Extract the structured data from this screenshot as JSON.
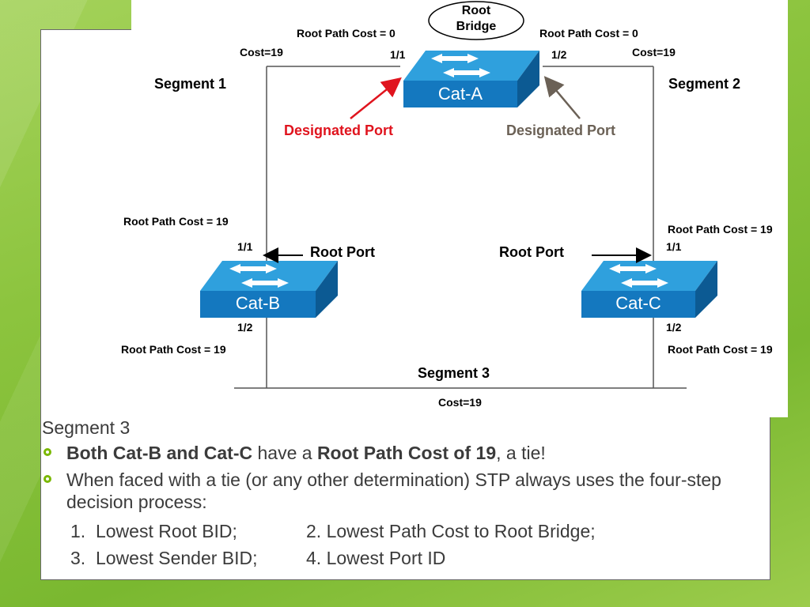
{
  "root_bridge_label": "Root Bridge",
  "root_bridge_line1": "Root",
  "root_bridge_line2": "Bridge",
  "switches": {
    "a": "Cat-A",
    "b": "Cat-B",
    "c": "Cat-C"
  },
  "segments": {
    "seg1": "Segment 1",
    "seg2": "Segment 2",
    "seg3": "Segment 3"
  },
  "costs": {
    "seg1": "Cost=19",
    "seg2": "Cost=19",
    "seg3": "Cost=19"
  },
  "root_path_costs": {
    "a_left": "Root Path Cost = 0",
    "a_right": "Root Path Cost = 0",
    "b_top": "Root Path Cost = 19",
    "c_top": "Root Path Cost = 19",
    "b_bottom": "Root Path Cost = 19",
    "c_bottom": "Root Path Cost = 19"
  },
  "ports": {
    "a_1": "1/1",
    "a_2": "1/2",
    "b_1": "1/1",
    "b_2": "1/2",
    "c_1": "1/1",
    "c_2": "1/2"
  },
  "port_roles": {
    "designated_left": "Designated Port",
    "designated_right": "Designated Port",
    "root_b": "Root Port",
    "root_c": "Root Port"
  },
  "colors": {
    "switch_front": "#1478bf",
    "switch_top": "#2fa0dd",
    "switch_side": "#0c5a93",
    "designated_left": "#e0141e",
    "designated_right": "#6b6156",
    "bullet_ring": "#7ab800"
  },
  "icons": {
    "switch": "switch-icon",
    "bullet": "ring-bullet-icon"
  },
  "bullets": {
    "heading": "Segment 3",
    "item1": {
      "bold1": "Both Cat-B and Cat-C",
      "text1": " have a ",
      "bold2": "Root Path Cost of 19",
      "text2": ", a tie!"
    },
    "item2": "When faced with a tie (or any other determination) STP always uses the four-step decision process:",
    "steps": [
      "1.  Lowest Root BID;",
      "2. Lowest Path Cost to Root Bridge;",
      "3.  Lowest Sender BID;",
      "4. Lowest Port ID"
    ]
  }
}
